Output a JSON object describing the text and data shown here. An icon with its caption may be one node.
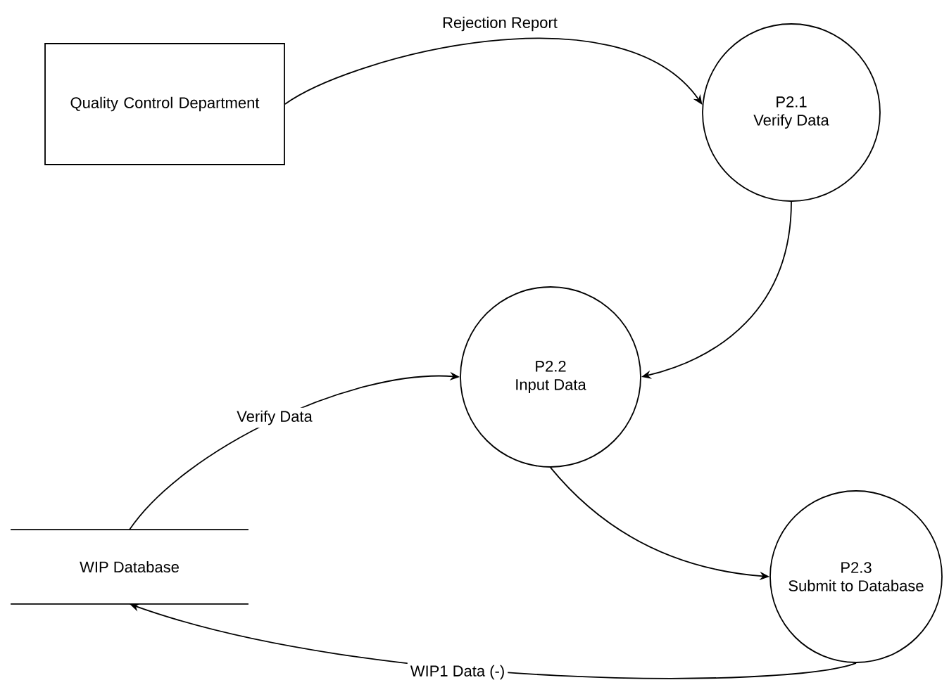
{
  "diagram": {
    "nodes": [
      {
        "text": [
          "Quality Control Department"
        ]
      },
      {
        "text": [
          "P2.1",
          "Verify Data"
        ]
      },
      {
        "text": [
          "P2.2",
          "Input Data"
        ]
      },
      {
        "text": [
          "WIP Database"
        ]
      },
      {
        "text": [
          "P2.3",
          "Submit to Database"
        ]
      }
    ],
    "edges": [
      {
        "from": 0,
        "to": 1,
        "arrow": "to",
        "label": "Rejection Report"
      },
      {
        "from": 1,
        "to": 2,
        "arrow": "to"
      },
      {
        "from": 3,
        "to": 2,
        "arrow": "to",
        "label": "Verify Data"
      },
      {
        "from": 2,
        "to": 4,
        "arrow": "to"
      },
      {
        "from": 4,
        "to": 3,
        "arrow": "to",
        "label": "WIP1 Data (-)"
      }
    ]
  }
}
